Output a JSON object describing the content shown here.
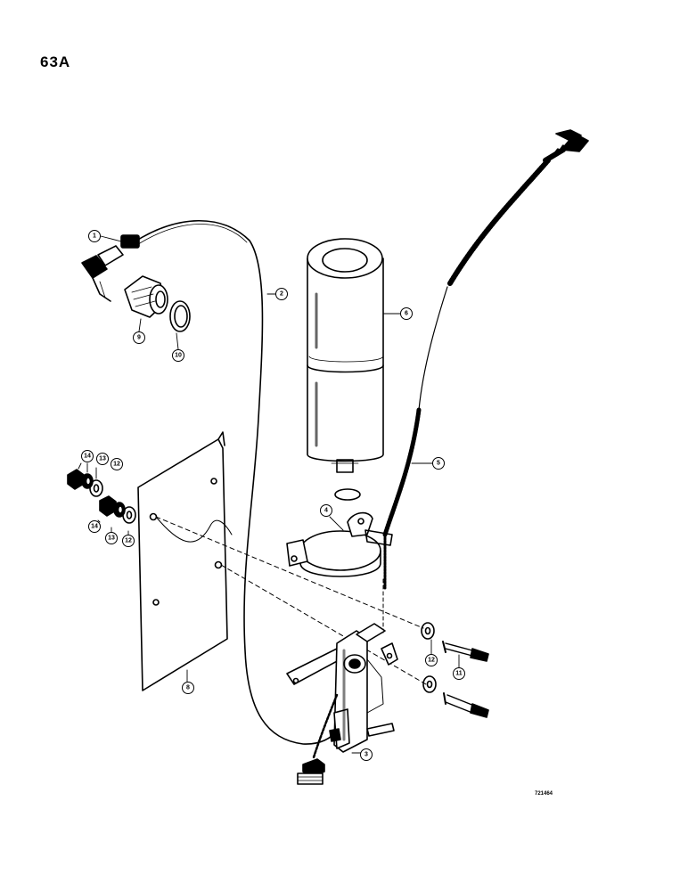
{
  "page_label": "63A",
  "drawing_number": "721464",
  "callouts": [
    {
      "id": "c1",
      "text": "1"
    },
    {
      "id": "c2",
      "text": "2"
    },
    {
      "id": "c3",
      "text": "3"
    },
    {
      "id": "c4",
      "text": "4"
    },
    {
      "id": "c5",
      "text": "5"
    },
    {
      "id": "c6",
      "text": "6"
    },
    {
      "id": "c8",
      "text": "8"
    },
    {
      "id": "c9",
      "text": "9"
    },
    {
      "id": "c10",
      "text": "10"
    },
    {
      "id": "c11",
      "text": "11"
    },
    {
      "id": "c12a",
      "text": "12"
    },
    {
      "id": "c12b",
      "text": "12"
    },
    {
      "id": "c12c",
      "text": "12"
    },
    {
      "id": "c13a",
      "text": "13"
    },
    {
      "id": "c13b",
      "text": "13"
    },
    {
      "id": "c14a",
      "text": "14"
    },
    {
      "id": "c14b",
      "text": "14"
    }
  ],
  "colors": {
    "ink": "#000000",
    "paper": "#ffffff"
  }
}
